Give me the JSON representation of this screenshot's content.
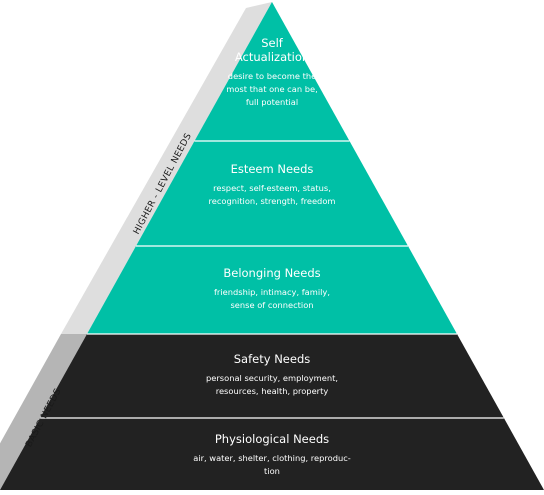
{
  "levels": [
    {
      "title_lines": [
        "Self",
        "Actualization"
      ],
      "description": "desire to become the most that one can be, full potential",
      "desc_lines": [
        "desire to become the",
        "most that one can be,",
        "full potential"
      ],
      "color": "#00c0a6"
    },
    {
      "title_lines": [
        "Esteem Needs"
      ],
      "description": "respect, self-esteem, status, recognition, strength, freedom",
      "desc_lines": [
        "respect, self-esteem, status,",
        "recognition, strength, freedom"
      ],
      "color": "#00c0a6"
    },
    {
      "title_lines": [
        "Belonging Needs"
      ],
      "description": "friendship, intimacy, family, sense of connection",
      "desc_lines": [
        "friendship, intimacy, family,",
        "sense of connection"
      ],
      "color": "#00c0a6"
    },
    {
      "title_lines": [
        "Safety Needs"
      ],
      "description": "personal security, employment, resources, health, property",
      "desc_lines": [
        "personal security, employment,",
        "resources, health, property"
      ],
      "color": "#222222"
    },
    {
      "title_lines": [
        "Physiological Needs"
      ],
      "description": "air, water, shelter, clothing, reproduction",
      "desc_lines": [
        "air, water, shelter, clothing, reproduc-",
        "tion"
      ],
      "color": "#222222"
    }
  ],
  "side_labels": {
    "higher": "HIGHER - LEVEL NEEDS",
    "basic": "BASIC NEEDS"
  },
  "colors": {
    "higher_band": "#dedede",
    "basic_band": "#b5b5b5",
    "separator": "#ffffff",
    "text": "#ffffff"
  }
}
